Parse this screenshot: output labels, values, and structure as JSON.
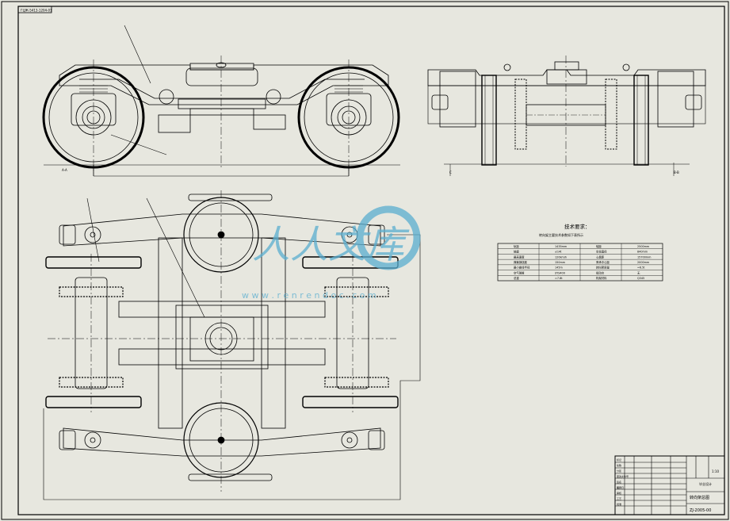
{
  "sheet": {
    "corner_tag": "ГЦЖ-5413-1204-01",
    "paper_color": "#e7e7df",
    "line_color": "#000000"
  },
  "watermark": {
    "logo_text": "人人文库",
    "url_text": "w w w . r e n r e n d o c . c o m",
    "color": "#5aaed0"
  },
  "tech_requirements": {
    "title": "技术要求：",
    "subtitle": "转向架主要技术参数如下表所示",
    "rows": [
      [
        "轨距",
        "1435mm",
        "轴距",
        "2500mm"
      ],
      [
        "轴重",
        "≤14t",
        "车轮直径",
        "840mm"
      ],
      [
        "最高速度",
        "120km/h",
        "心盘距",
        "15700mm"
      ],
      [
        "弹簧静挠度",
        "150mm",
        "旁承中心距",
        "2000mm"
      ],
      [
        "最小曲线半径",
        "145m",
        "转向架质量",
        "≈6.5t"
      ],
      [
        "空气弹簧",
        "SYS400",
        "摇动台",
        "无"
      ],
      [
        "总重",
        "≈7.8t",
        "构架材料",
        "Q345"
      ]
    ]
  },
  "title_block": {
    "drawing_no": "ZJ-2005-00",
    "designation": "转向架总图",
    "scale": "1:10",
    "school": "毕业设计",
    "rows": [
      "标记",
      "处数",
      "分区",
      "更改文件号",
      "签名",
      "年月日",
      "设计",
      "审核",
      "工艺",
      "批准"
    ]
  }
}
